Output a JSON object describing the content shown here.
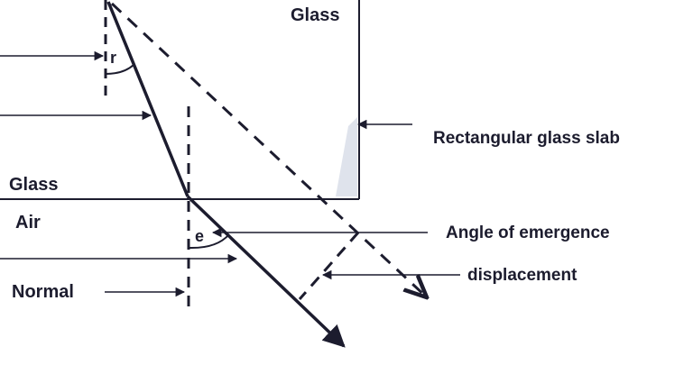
{
  "labels": {
    "glass_top": "Glass",
    "glass_bottom": "Glass",
    "air": "Air",
    "normal": "Normal",
    "slab": "Rectangular glass slab",
    "emergence": "Angle of emergence",
    "displacement": "displacement",
    "angle_r": "r",
    "angle_e": "e"
  },
  "colors": {
    "ink": "#1c1c2e",
    "slab_edge": "#c9cfdc"
  }
}
